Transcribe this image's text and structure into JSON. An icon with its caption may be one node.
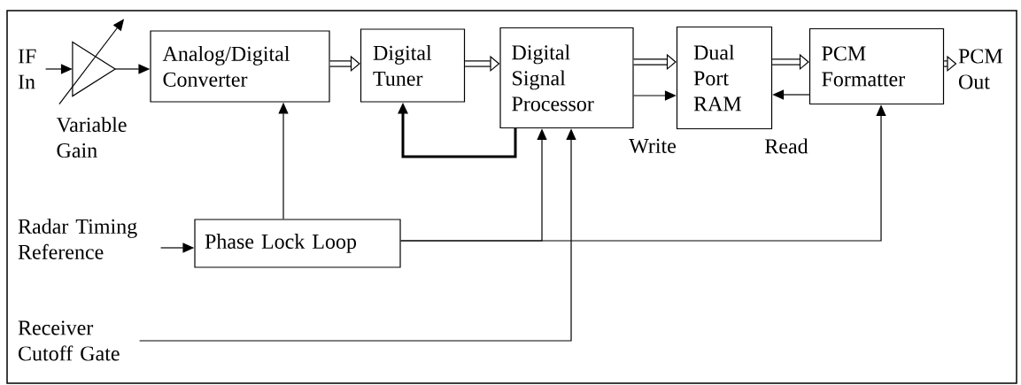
{
  "diagram": {
    "nodes": [
      {
        "text": [
          "IF In"
        ]
      },
      {
        "text": [],
        "shape": "triangle",
        "beside": [
          "Variable Gain"
        ]
      },
      {
        "text": [
          "Analog/Digital Converter"
        ]
      },
      {
        "text": [
          "Digital Tuner"
        ]
      },
      {
        "text": [
          "Digital Signal Processor"
        ]
      },
      {
        "text": [
          "Dual Port RAM"
        ]
      },
      {
        "text": [
          "PCM Formatter"
        ]
      },
      {
        "text": [
          "PCM Out"
        ]
      },
      {
        "text": [
          "Radar Timing Reference"
        ]
      },
      {
        "text": [
          "Phase Lock Loop"
        ]
      },
      {
        "text": [
          "Receiver Cutoff Gate"
        ]
      }
    ],
    "edges": [
      {
        "from": 0,
        "to": 1,
        "arrow": "to"
      },
      {
        "from": 1,
        "to": 2,
        "arrow": "to"
      },
      {
        "from": 2,
        "to": 3,
        "arrow": "to",
        "style": "thick"
      },
      {
        "from": 3,
        "to": 4,
        "arrow": "to",
        "style": "thick"
      },
      {
        "from": 4,
        "to": 5,
        "arrow": "to",
        "style": "thick"
      },
      {
        "from": 4,
        "to": 5,
        "arrow": "to"
      },
      {
        "from": 5,
        "to": 6,
        "arrow": "to",
        "style": "thick"
      },
      {
        "from": 6,
        "to": 5,
        "arrow": "to"
      },
      {
        "from": 6,
        "to": 7,
        "arrow": "to",
        "style": "thick"
      },
      {
        "from": 4,
        "to": 3,
        "arrow": "to",
        "style": "thick"
      },
      {
        "from": 9,
        "to": 2,
        "arrow": "to"
      },
      {
        "from": 9,
        "to": 4,
        "arrow": "to"
      },
      {
        "from": 9,
        "to": 6,
        "arrow": "to"
      },
      {
        "from": 8,
        "to": 9,
        "arrow": "to"
      },
      {
        "from": 10,
        "to": 4,
        "arrow": "to"
      }
    ],
    "labels": [
      "Write",
      "Read"
    ]
  }
}
